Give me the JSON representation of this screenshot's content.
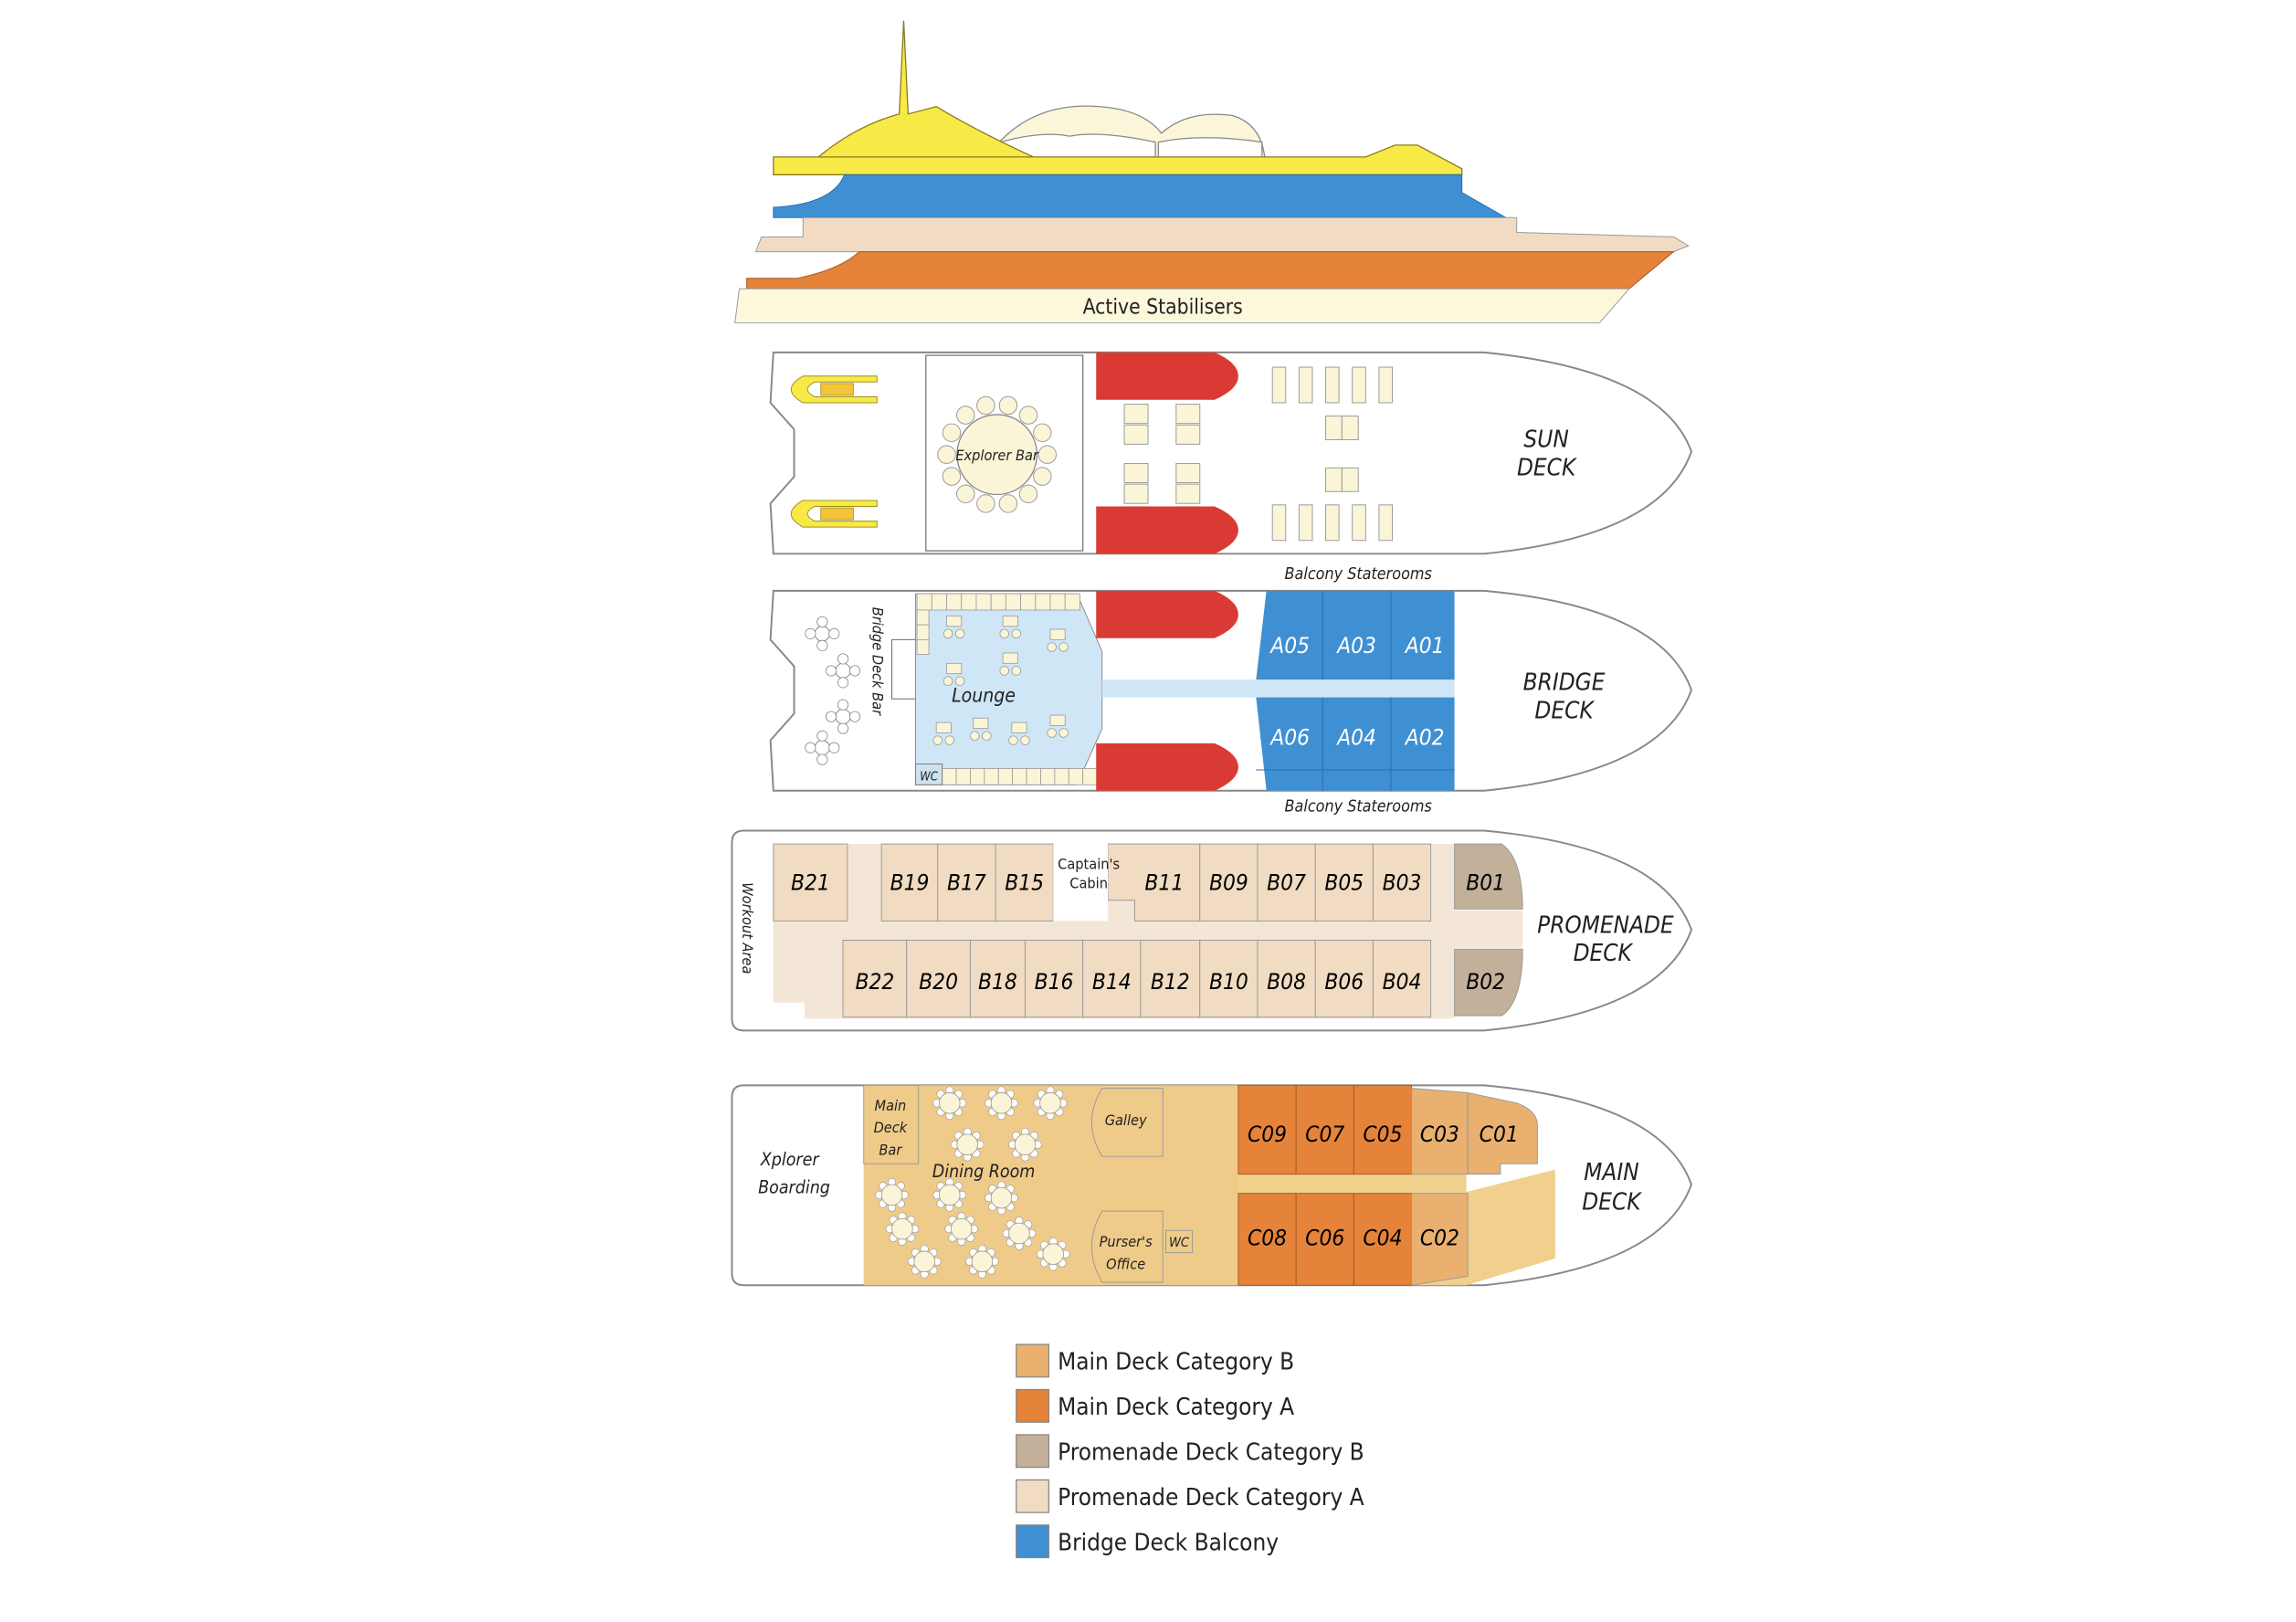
{
  "title": "Ship Deck Plan",
  "colors": {
    "main_cat_b": "#E9B070",
    "main_cat_a": "#E5833A",
    "prom_cat_b": "#C3B09B",
    "prom_cat_a": "#F1DCC3",
    "bridge_balcony": "#3F8FD3",
    "lifeboat_red": "#D93A33",
    "sundeck_yellow": "#F7EA47",
    "lounge_blue": "#CFE6F6",
    "dining_tan": "#EFCB8A",
    "furniture": "#FBF5D8"
  },
  "profile": {
    "label": "Active Stabilisers"
  },
  "sun_deck": {
    "name_line1": "SUN",
    "name_line2": "DECK",
    "explorer_bar": "Explorer Bar",
    "caption": "Balcony Staterooms"
  },
  "bridge_deck": {
    "name_line1": "BRIDGE",
    "name_line2": "DECK",
    "bar_label": "Bridge Deck Bar",
    "lounge": "Lounge",
    "wc": "WC",
    "caption": "Balcony Staterooms",
    "cabins_top": [
      "A05",
      "A03",
      "A01"
    ],
    "cabins_bottom": [
      "A06",
      "A04",
      "A02"
    ]
  },
  "promenade_deck": {
    "name_line1": "PROMENADE",
    "name_line2": "DECK",
    "workout": "Workout Area",
    "captain_line1": "Captain's",
    "captain_line2": "Cabin",
    "cabins_top": [
      "B21",
      "B19",
      "B17",
      "B15",
      "B11",
      "B09",
      "B07",
      "B05",
      "B03"
    ],
    "cabins_bottom": [
      "B22",
      "B20",
      "B18",
      "B16",
      "B14",
      "B12",
      "B10",
      "B08",
      "B06",
      "B04"
    ],
    "cat_b_cabins": [
      "B01",
      "B02"
    ]
  },
  "main_deck": {
    "name_line1": "MAIN",
    "name_line2": "DECK",
    "boarding_line1": "Xplorer",
    "boarding_line2": "Boarding",
    "bar_line1": "Main",
    "bar_line2": "Deck",
    "bar_line3": "Bar",
    "dining": "Dining Room",
    "galley": "Galley",
    "purser_line1": "Purser's",
    "purser_line2": "Office",
    "wc": "WC",
    "cabins_top_a": [
      "C09",
      "C07",
      "C05"
    ],
    "cabins_top_b": [
      "C03",
      "C01"
    ],
    "cabins_bottom_a": [
      "C08",
      "C06",
      "C04"
    ],
    "cabins_bottom_b": [
      "C02"
    ]
  },
  "legend": [
    {
      "label": "Main Deck Category B",
      "color": "#E9B070"
    },
    {
      "label": "Main Deck Category A",
      "color": "#E5833A"
    },
    {
      "label": "Promenade Deck Category B",
      "color": "#C3B09B"
    },
    {
      "label": "Promenade Deck Category A",
      "color": "#F1DCC3"
    },
    {
      "label": "Bridge Deck Balcony",
      "color": "#3F8FD3"
    }
  ]
}
